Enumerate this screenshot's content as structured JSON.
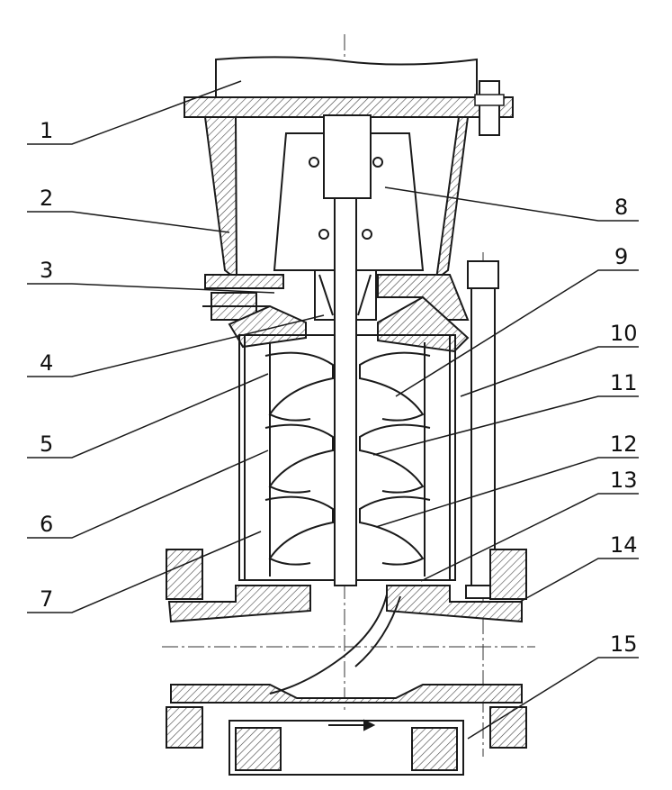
{
  "callouts_left": [
    "1",
    "2",
    "3",
    "4",
    "5",
    "6",
    "7"
  ],
  "callouts_right": [
    "8",
    "9",
    "10",
    "11",
    "12",
    "13",
    "14",
    "15"
  ],
  "colors": {
    "line": "#1a1a1a",
    "hatch": "#555555",
    "background": "#ffffff"
  }
}
